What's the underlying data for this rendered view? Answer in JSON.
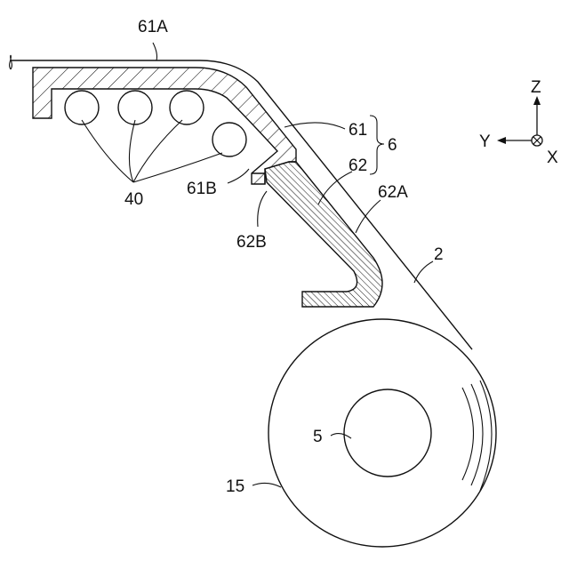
{
  "labels": {
    "label_61A": "61A",
    "label_61": "61",
    "label_6": "6",
    "label_62": "62",
    "label_62A": "62A",
    "label_2": "2",
    "label_40": "40",
    "label_61B": "61B",
    "label_62B": "62B",
    "label_5": "5",
    "label_15": "15"
  },
  "axes": {
    "z": "Z",
    "y": "Y",
    "x": "X"
  }
}
